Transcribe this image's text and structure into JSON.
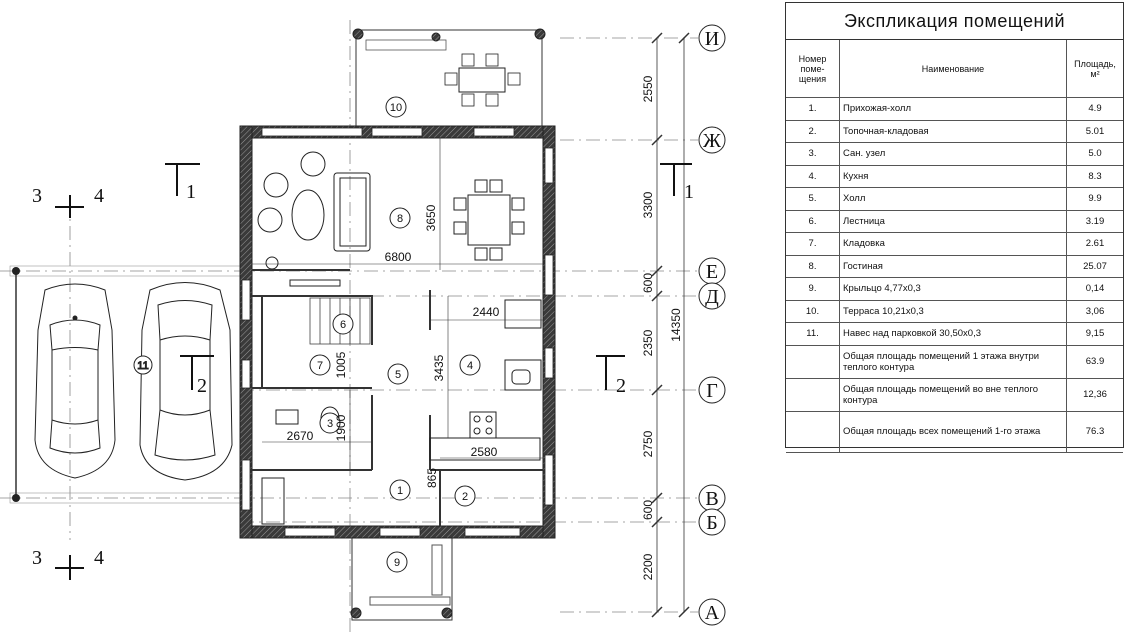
{
  "explication": {
    "title": "Экспликация помещений",
    "headers": {
      "number": "Номер поме-щения",
      "name": "Наименование",
      "area": "Площадь, м²"
    },
    "rows": [
      {
        "num": "1.",
        "name": "Прихожая-холл",
        "area": "4.9"
      },
      {
        "num": "2.",
        "name": "Топочная-кладовая",
        "area": "5.01"
      },
      {
        "num": "3.",
        "name": "Сан. узел",
        "area": "5.0"
      },
      {
        "num": "4.",
        "name": "Кухня",
        "area": "8.3"
      },
      {
        "num": "5.",
        "name": "Холл",
        "area": "9.9"
      },
      {
        "num": "6.",
        "name": "Лестница",
        "area": "3.19"
      },
      {
        "num": "7.",
        "name": "Кладовка",
        "area": "2.61"
      },
      {
        "num": "8.",
        "name": "Гостиная",
        "area": "25.07"
      },
      {
        "num": "9.",
        "name": "Крыльцо 4,77х0,3",
        "area": "0,14"
      },
      {
        "num": "10.",
        "name": "Терраса 10,21х0,3",
        "area": "3,06"
      },
      {
        "num": "11.",
        "name": "Навес над парковкой 30,50х0,3",
        "area": "9,15"
      }
    ],
    "totals": [
      {
        "name": "Общая площадь помещений 1 этажа внутри теплого контура",
        "area": "63.9"
      },
      {
        "name": "Общая площадь помещений во вне теплого контура",
        "area": "12,36"
      },
      {
        "name": "Общая площадь всех помещений 1-го этажа",
        "area": "76.3"
      }
    ]
  },
  "plan": {
    "axes": [
      "И",
      "Ж",
      "Е",
      "Д",
      "Г",
      "В",
      "Б",
      "А"
    ],
    "axis_dims": [
      "2550",
      "3300",
      "600",
      "2350",
      "2750",
      "600",
      "2200"
    ],
    "total_dim": "14350",
    "dims": {
      "width_6800": "6800",
      "d_3650": "3650",
      "d_2440": "2440",
      "d_3435": "3435",
      "d_1005": "1005",
      "d_1900": "1900",
      "d_2670": "2670",
      "d_2580": "2580",
      "d_865": "865"
    },
    "rooms": [
      "1",
      "2",
      "3",
      "4",
      "5",
      "6",
      "7",
      "8",
      "9",
      "10",
      "11"
    ],
    "sections": {
      "s1_left": "1",
      "s1_right": "1",
      "s2_left": "2",
      "s2_right": "2",
      "s3_top": "3",
      "s4_top": "4",
      "s3_bot": "3",
      "s4_bot": "4"
    }
  }
}
